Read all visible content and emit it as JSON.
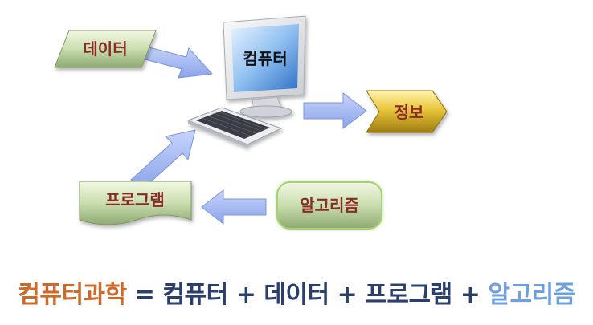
{
  "diagram": {
    "data_label": "데이터",
    "computer_label": "컴퓨터",
    "info_label": "정보",
    "program_label": "프로그램",
    "algorithm_label": "알고리즘"
  },
  "formula": {
    "term_main": "컴퓨터과학",
    "equals": "=",
    "term_computer": "컴퓨터",
    "plus_1": "+",
    "term_data": "데이터",
    "plus_2": "+",
    "term_program": "프로그램",
    "plus_3": "+",
    "term_algorithm": "알고리즘"
  },
  "colors": {
    "main_term": "#cc6a2c",
    "dark_terms": "#2a3f6e",
    "algorithm_term": "#6fa0dd",
    "label_text": "#8a2a2a",
    "arrow_fill": "#9db3ee",
    "arrow_stroke": "#7d93d8"
  }
}
